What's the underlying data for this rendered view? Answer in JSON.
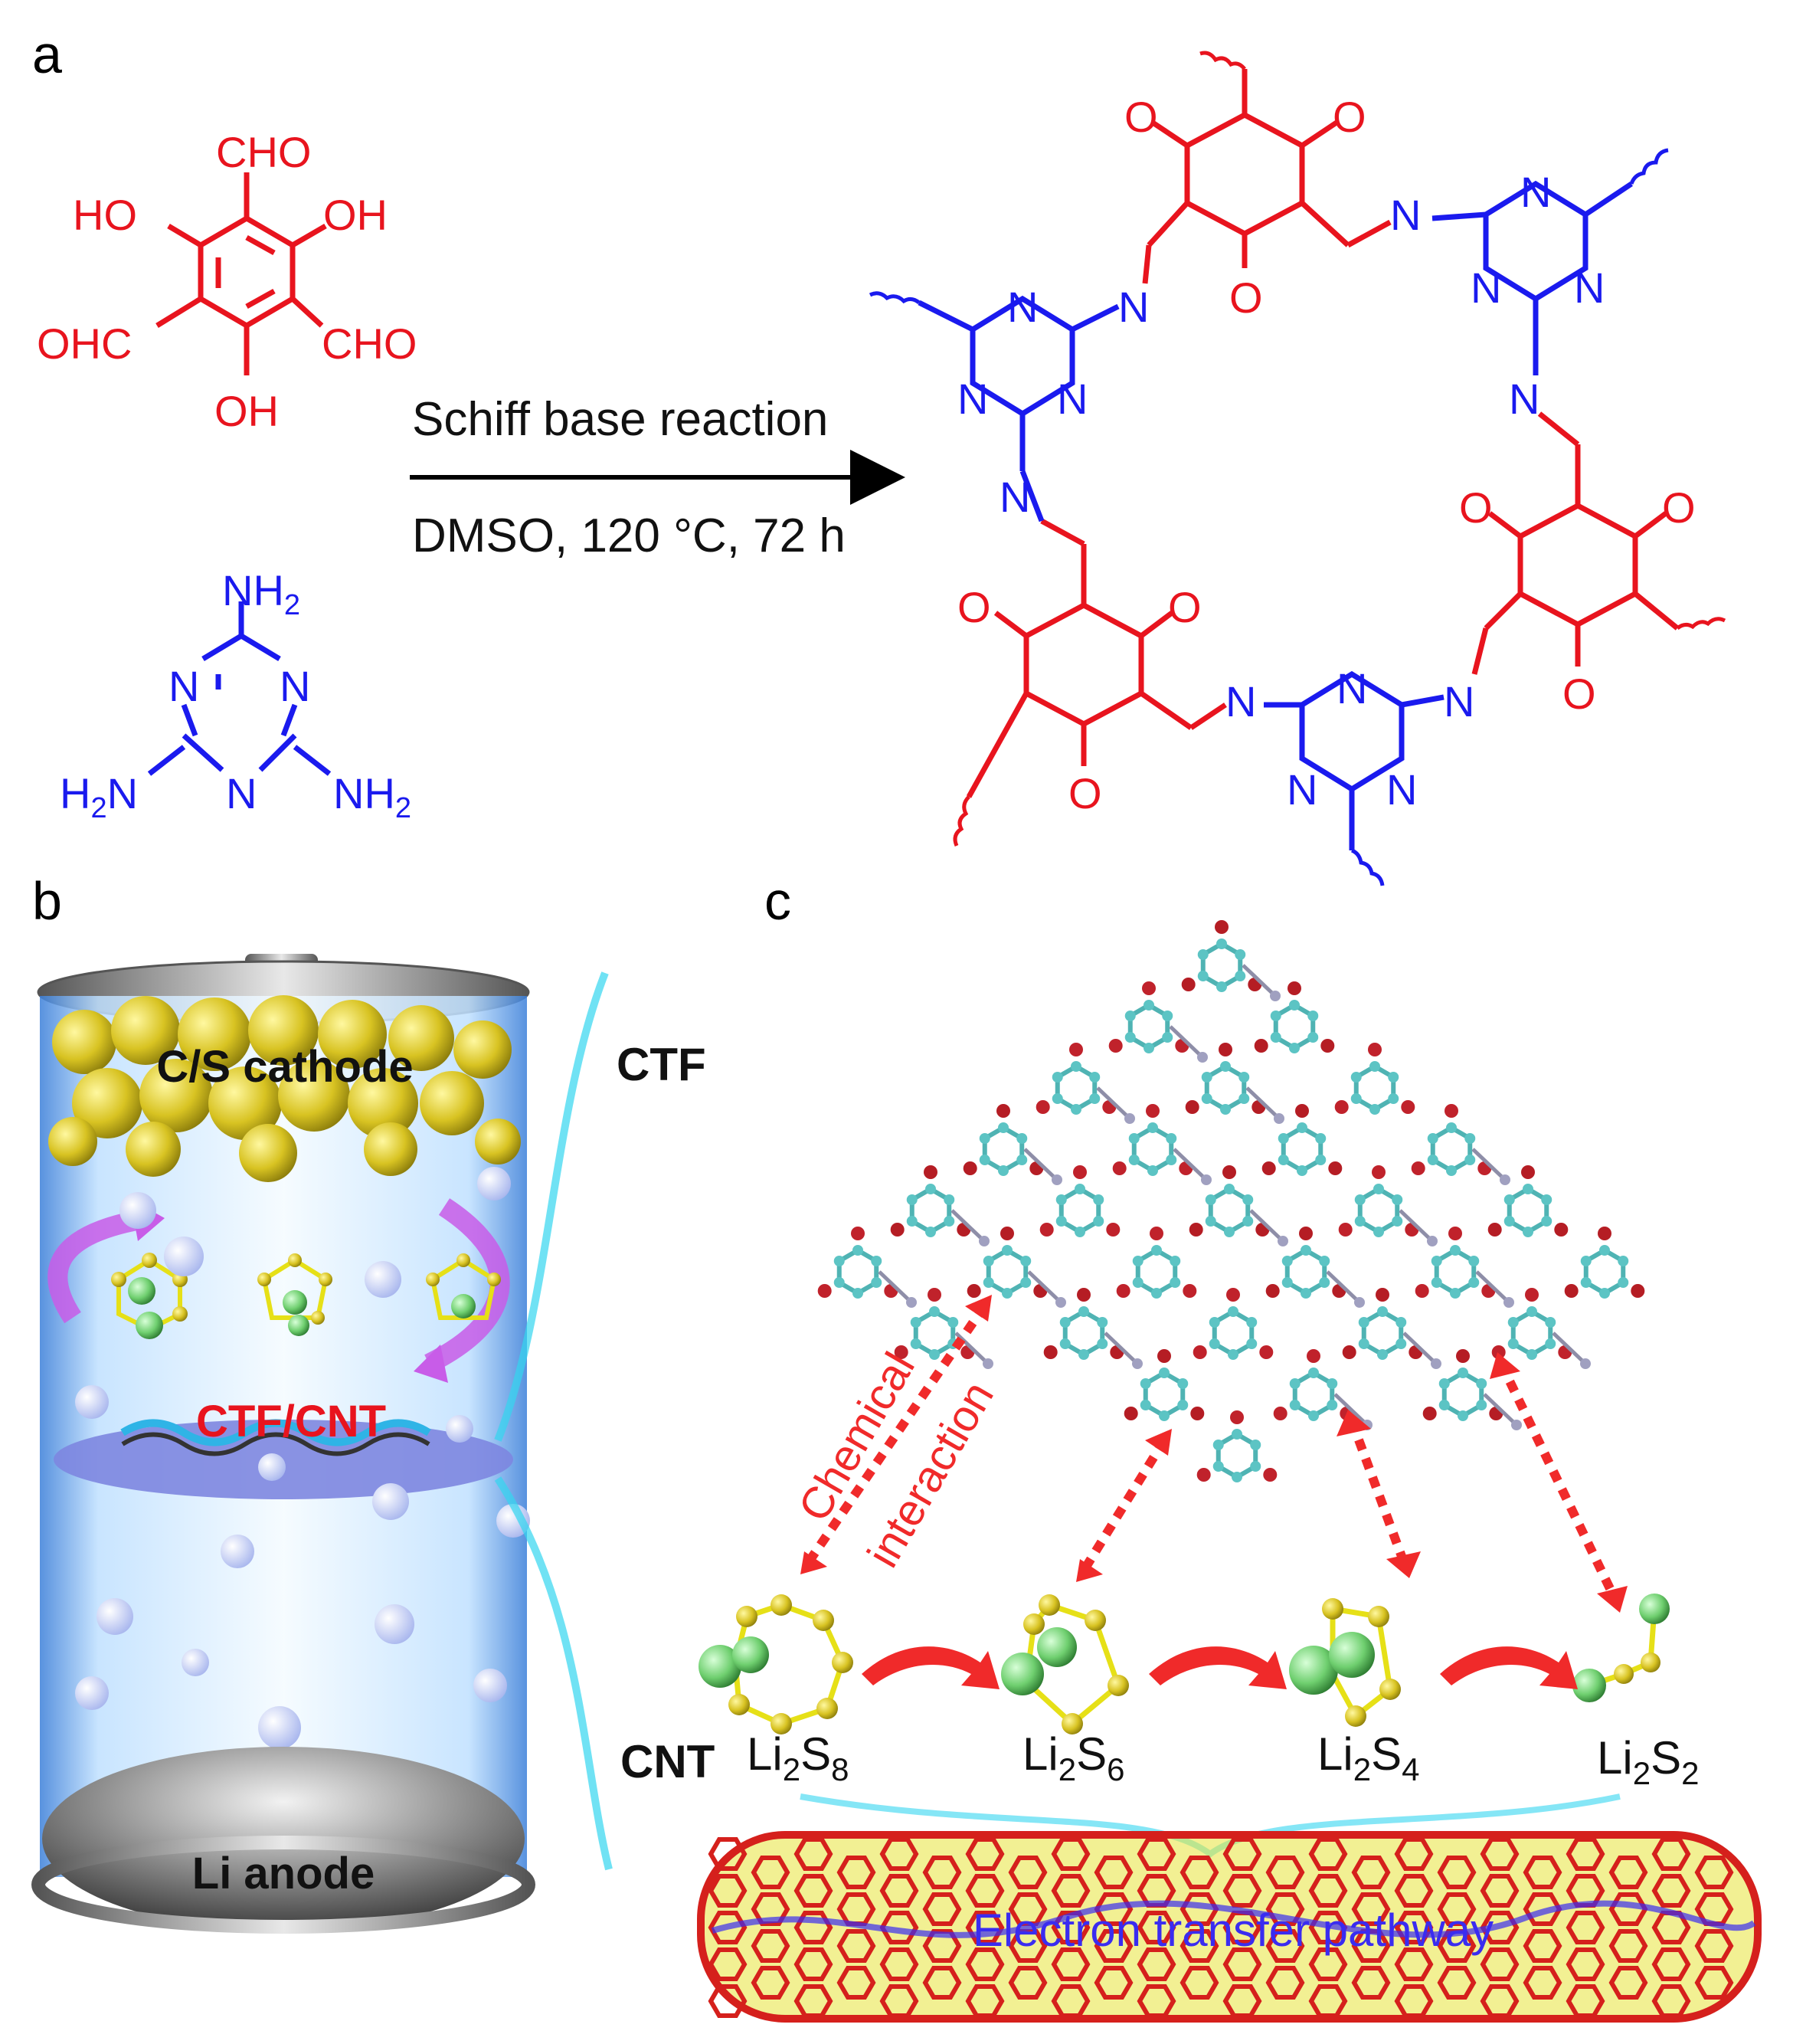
{
  "panels": {
    "a": "a",
    "b": "b",
    "c": "c"
  },
  "reactants": {
    "aldehyde": {
      "top": "CHO",
      "left_top": "HO",
      "right_top": "OH",
      "left_bottom": "OHC",
      "right_bottom": "CHO",
      "bottom": "OH"
    },
    "melamine": {
      "top_nh": "NH",
      "top_sub": "2",
      "left_nh": "H",
      "left_sub": "2",
      "left_n": "N",
      "right_nh": "NH",
      "right_sub": "2",
      "ring_n": "N"
    }
  },
  "reaction": {
    "name": "Schiff base reaction",
    "conditions": "DMSO, 120 °C, 72 h"
  },
  "product": {
    "oxygen": "O",
    "nitrogen": "N"
  },
  "battery": {
    "cathode": "C/S cathode",
    "interlayer": "CTF/CNT",
    "anode": "Li anode"
  },
  "panel_c": {
    "ctf_label": "CTF",
    "cnt_label": "CNT",
    "interaction_line1": "Chemical",
    "interaction_line2": "interaction",
    "pathway": "Electron transfer pathway",
    "species": [
      {
        "base": "Li",
        "sub1": "2",
        "mid": "S",
        "sub2": "8"
      },
      {
        "base": "Li",
        "sub1": "2",
        "mid": "S",
        "sub2": "6"
      },
      {
        "base": "Li",
        "sub1": "2",
        "mid": "S",
        "sub2": "4"
      },
      {
        "base": "Li",
        "sub1": "2",
        "mid": "S",
        "sub2": "2"
      }
    ]
  },
  "colors": {
    "red": "#e8141e",
    "blue": "#1a1aee",
    "sulfur": "#e6e017",
    "lithium": "#6fcf6f",
    "cyan": "#33d6f0"
  }
}
